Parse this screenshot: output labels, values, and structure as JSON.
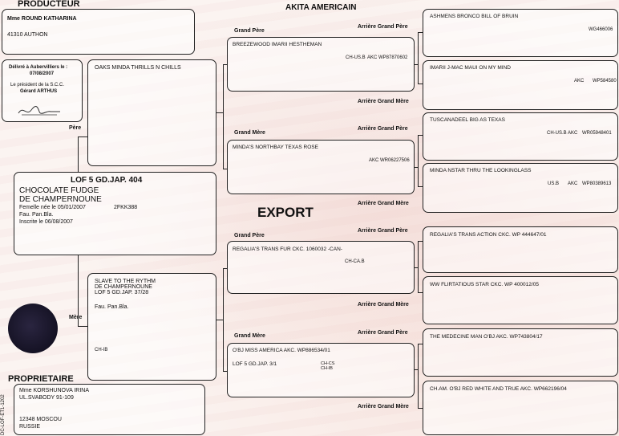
{
  "title": "AKITA AMERICAIN",
  "export": "EXPORT",
  "labels": {
    "producteur": "PRODUCTEUR",
    "proprietaire": "PROPRIETAIRE",
    "pere": "Père",
    "mere": "Mère",
    "grand_pere": "Grand Père",
    "grand_mere": "Grand Mère",
    "arriere_grand_pere": "Arrière Grand Père",
    "arriere_grand_mere": "Arrière Grand Mère"
  },
  "producteur": {
    "name": "Mme ROUND KATHARINA",
    "address": "41310 AUTHON"
  },
  "delivery": {
    "line1": "Délivré à Aubervilliers le :",
    "date": "07/08/2007",
    "line2": "Le président de la S.C.C.",
    "president": "Gérard ARTHUS"
  },
  "dog": {
    "lof": "LOF 5 GD.JAP. 404",
    "name1": "CHOCOLATE FUDGE",
    "name2": "DE CHAMPERNOUNE",
    "birth": "Femelle née le  05/01/2007",
    "tattoo": "2FKK388",
    "color": "Fau. Pan.Bla.",
    "inscrite": "Inscrite le 06/08/2007"
  },
  "proprietaire": {
    "name": "Mme KORSHUNOVA IRINA",
    "street": "UL.SVABODY 91-109",
    "city": "12348  MOSCOU",
    "country": "RUSSIE"
  },
  "sire": {
    "name": "OAKS MINDA THRILLS N CHILLS"
  },
  "dam": {
    "name1": "SLAVE TO THE RYTHM",
    "name2": "DE CHAMPERNOUNE",
    "lof": "LOF 5 GD.JAP. 37/28",
    "color": "Fau. Pan.Bla.",
    "title": "CH-IB"
  },
  "gp1": {
    "name": "BREEZEWOOD IMARII HESTHEMAN",
    "title": "CH-US.B",
    "reg": "AKC    WP87870602"
  },
  "gm1": {
    "name": "MINDA'S NORTHBAY TEXAS ROSE",
    "reg": "AKC    WR06227506"
  },
  "gp2": {
    "name": "REGALIA'S TRANS FUR CKC. 1060032 -CAN-",
    "title": "CH-CA.B"
  },
  "gm2": {
    "name": "O'BJ MISS AMERICA AKC. WP886534/01",
    "lof": "LOF 5 GD.JAP. 3/1",
    "title1": "CH-CS",
    "title2": "CH-IB"
  },
  "ggp": [
    {
      "name": "ASHMENS BRONCO BILL OF BRUIN",
      "reg": "WG466006"
    },
    {
      "name": "IMARII J-MAC MAUI ON MY MIND",
      "org": "AKC",
      "reg": "WP584580"
    },
    {
      "name": "TUSCANADEEL BIG AS TEXAS",
      "title": "CH-US.B",
      "org": "AKC",
      "reg": "WR05948401"
    },
    {
      "name": "MINDA NSTAR THRU THE LOOKINGLASS",
      "title": "US.B",
      "org": "AKC",
      "reg": "WP80389613"
    },
    {
      "name": "REGALIA'S TRANS ACTION  CKC. WP 444647/01"
    },
    {
      "name": "WW FLIRTATIOUS STAR  CKC. WP 400012/05"
    },
    {
      "name": "THE MEDECINE MAN O'BJ  AKC. WP743804/17"
    },
    {
      "name": "CH.AM. O'BJ RED WHITE AND TRUE  AKC. WP662196/04"
    }
  ],
  "side_code": "DC-LOF-ET1-1202"
}
